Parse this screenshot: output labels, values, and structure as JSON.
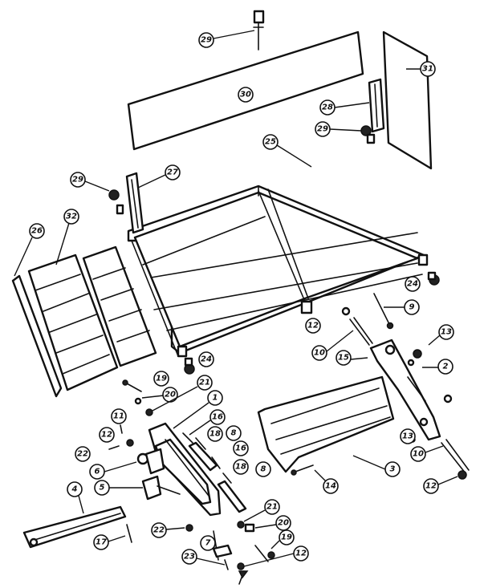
{
  "callouts": [
    {
      "id": "c29-top",
      "text": "29"
    },
    {
      "id": "c30",
      "text": "30"
    },
    {
      "id": "c31",
      "text": "31"
    },
    {
      "id": "c28",
      "text": "28"
    },
    {
      "id": "c29-right",
      "text": "29"
    },
    {
      "id": "c25",
      "text": "25"
    },
    {
      "id": "c29-left",
      "text": "29"
    },
    {
      "id": "c27",
      "text": "27"
    },
    {
      "id": "c26",
      "text": "26"
    },
    {
      "id": "c32",
      "text": "32"
    },
    {
      "id": "c24-right",
      "text": "24"
    },
    {
      "id": "c9",
      "text": "9"
    },
    {
      "id": "c12-top",
      "text": "12"
    },
    {
      "id": "c13-top",
      "text": "13"
    },
    {
      "id": "c10-top",
      "text": "10"
    },
    {
      "id": "c15",
      "text": "15"
    },
    {
      "id": "c2",
      "text": "2"
    },
    {
      "id": "c24-bottom",
      "text": "24"
    },
    {
      "id": "c19-top",
      "text": "19"
    },
    {
      "id": "c20-top",
      "text": "20"
    },
    {
      "id": "c21-top",
      "text": "21"
    },
    {
      "id": "c1",
      "text": "1"
    },
    {
      "id": "c11",
      "text": "11"
    },
    {
      "id": "c16-top",
      "text": "16"
    },
    {
      "id": "c18-top",
      "text": "18"
    },
    {
      "id": "c8-top",
      "text": "8"
    },
    {
      "id": "c22-left",
      "text": "22"
    },
    {
      "id": "c12-mid",
      "text": "12"
    },
    {
      "id": "c6",
      "text": "6"
    },
    {
      "id": "c5",
      "text": "5"
    },
    {
      "id": "c16-mid",
      "text": "16"
    },
    {
      "id": "c18-mid",
      "text": "18"
    },
    {
      "id": "c8-mid",
      "text": "8"
    },
    {
      "id": "c3",
      "text": "3"
    },
    {
      "id": "c14",
      "text": "14"
    },
    {
      "id": "c13-right",
      "text": "13"
    },
    {
      "id": "c10-right",
      "text": "10"
    },
    {
      "id": "c12-right",
      "text": "12"
    },
    {
      "id": "c4",
      "text": "4"
    },
    {
      "id": "c17",
      "text": "17"
    },
    {
      "id": "c22-bottom",
      "text": "22"
    },
    {
      "id": "c21-bottom",
      "text": "21"
    },
    {
      "id": "c20-bottom",
      "text": "20"
    },
    {
      "id": "c7",
      "text": "7"
    },
    {
      "id": "c19-bottom",
      "text": "19"
    },
    {
      "id": "c23",
      "text": "23"
    },
    {
      "id": "c12-bottom",
      "text": "12"
    }
  ]
}
